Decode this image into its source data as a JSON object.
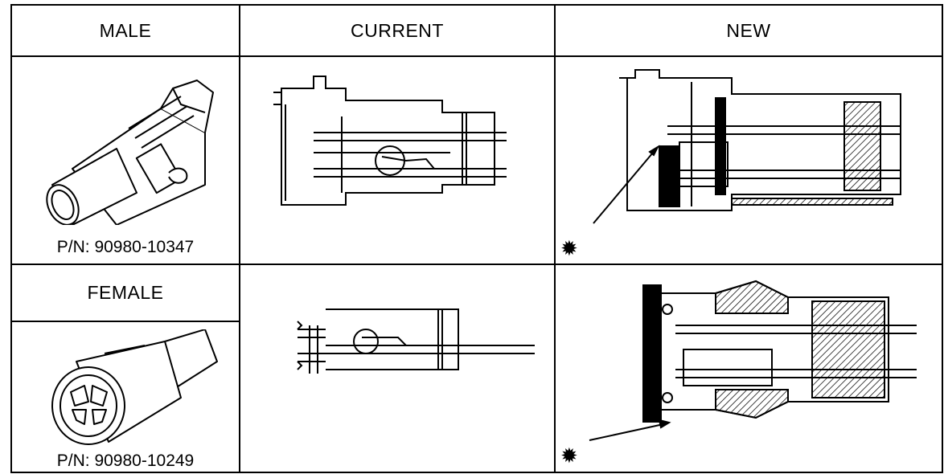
{
  "table": {
    "headers": {
      "male": "MALE",
      "current": "CURRENT",
      "new": "NEW",
      "female": "FEMALE"
    },
    "male_part_number": "P/N: 90980-10347",
    "female_part_number": "P/N: 90980-10249",
    "marker_symbol": "✹"
  },
  "icons": [
    "male-connector-illustration",
    "female-connector-illustration",
    "current-male-section",
    "current-female-section",
    "new-male-section",
    "new-female-section",
    "pointer-arrow"
  ]
}
